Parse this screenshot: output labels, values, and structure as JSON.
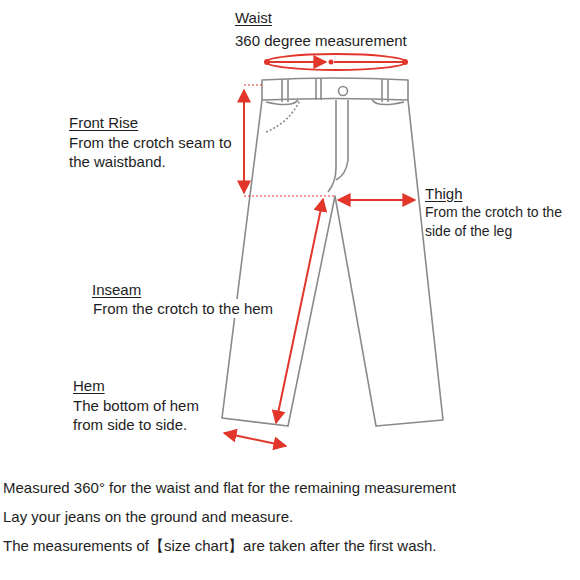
{
  "diagram": {
    "labels": [
      "Waist",
      "360 degree measurement",
      "Front Rise",
      "From the crotch seam to the waistband.",
      "Thigh",
      "From the crotch to the side of the leg",
      "Inseam",
      "From the crotch to the hem",
      "Hem",
      "The bottom of hem from side to side.",
      "Measured 360° for the waist and flat for the remaining measurement",
      "Lay your jeans on the ground and measure.",
      "The measurements of【size chart】are taken after the first wash."
    ]
  }
}
